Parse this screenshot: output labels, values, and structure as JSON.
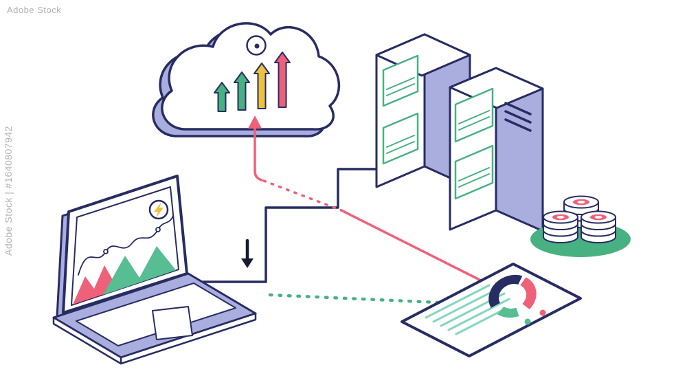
{
  "watermark": {
    "corner_text": "Adobe Stock",
    "side_text": "Adobe Stock | #1640807942"
  },
  "colors": {
    "navy": "#272c62",
    "lavender": "#a9aede",
    "pink": "#ef6079",
    "green": "#47b182",
    "teal": "#57bd92",
    "tealLight": "#84d6bd",
    "yellow": "#edc23c",
    "ink": "#171a30",
    "watermark": "#b2b2b2"
  },
  "scene": {
    "description": "Isometric illustration of cloud data analytics: laptop uploading to cloud with growth arrows, server racks, coin database stacks and analytics report tablet connected by circuit lines",
    "components": [
      "cloud-upload",
      "growth-arrows",
      "lens-eye",
      "upload-arrow",
      "download-arrow",
      "circuit-line",
      "server-rack-left",
      "server-rack-right",
      "database-coin-stacks",
      "analytics-report-tablet",
      "donut-chart",
      "laptop-area-chart",
      "lightning-badge"
    ]
  }
}
